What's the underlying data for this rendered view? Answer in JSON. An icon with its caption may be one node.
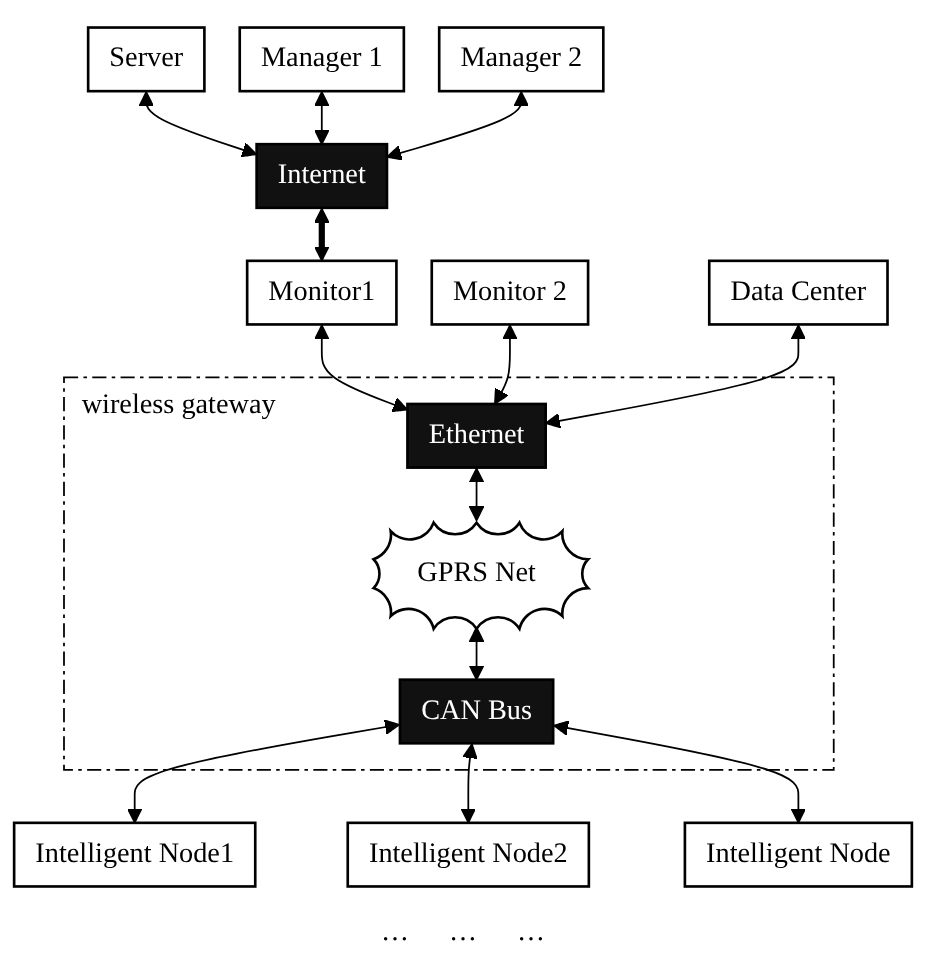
{
  "diagram": {
    "nodes": [
      {
        "text": [
          "Server"
        ]
      },
      {
        "text": [
          "Manager 1"
        ]
      },
      {
        "text": [
          "Manager 2"
        ]
      },
      {
        "text": [
          "Internet"
        ]
      },
      {
        "text": [
          "Monitor1"
        ]
      },
      {
        "text": [
          "Monitor 2"
        ]
      },
      {
        "text": [
          "Data Center"
        ]
      },
      {
        "text": [
          "wireless gateway"
        ]
      },
      {
        "text": [
          "Ethernet"
        ],
        "in": 7
      },
      {
        "text": [
          "GPRS Net"
        ],
        "in": 7
      },
      {
        "text": [
          "CAN Bus"
        ],
        "in": 7
      },
      {
        "text": [
          "Intelligent Node1"
        ]
      },
      {
        "text": [
          "Intelligent Node2"
        ]
      },
      {
        "text": [
          "Intelligent Node"
        ]
      }
    ],
    "edges": [
      {
        "from": 0,
        "to": 3,
        "arrow": "both"
      },
      {
        "from": 1,
        "to": 3,
        "arrow": "both"
      },
      {
        "from": 2,
        "to": 3,
        "arrow": "both"
      },
      {
        "from": 3,
        "to": 4,
        "arrow": "both",
        "style": "thick"
      },
      {
        "from": 4,
        "to": 8,
        "arrow": "both"
      },
      {
        "from": 5,
        "to": 8,
        "arrow": "both"
      },
      {
        "from": 6,
        "to": 8,
        "arrow": "both"
      },
      {
        "from": 8,
        "to": 9,
        "arrow": "both"
      },
      {
        "from": 9,
        "to": 10,
        "arrow": "both"
      },
      {
        "from": 10,
        "to": 11,
        "arrow": "both"
      },
      {
        "from": 10,
        "to": 12,
        "arrow": "both"
      },
      {
        "from": 10,
        "to": 13,
        "arrow": "both"
      }
    ],
    "labels": [
      "…",
      "…",
      "…"
    ]
  }
}
